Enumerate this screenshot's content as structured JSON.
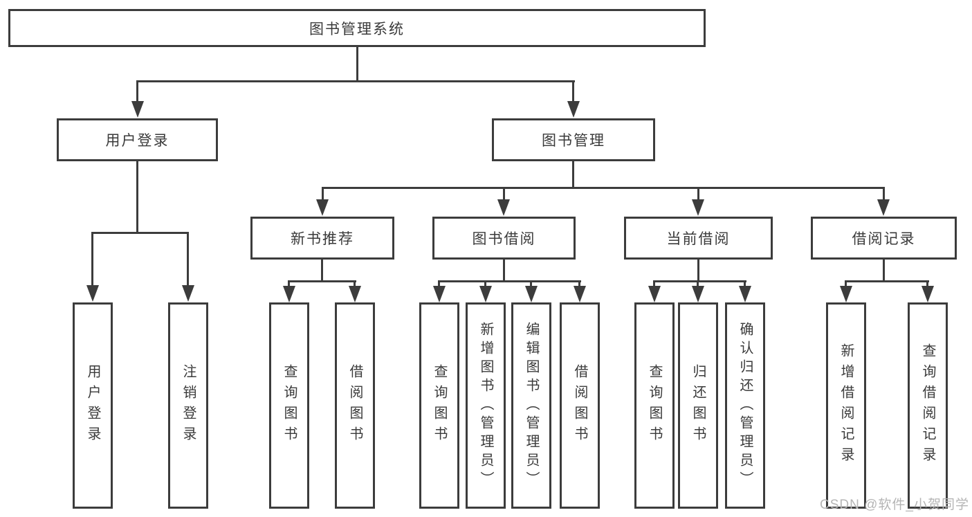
{
  "diagram": {
    "type": "tree-functional-structure",
    "colors": {
      "line": "#3c3c3c",
      "box_border": "#3c3c3c",
      "box_background": "#ffffff",
      "text": "#3a3a3a",
      "watermark_text": "#b5b5b5",
      "page_background": "#ffffff"
    },
    "watermark": "CSDN @软件_小贺同学",
    "nodes": {
      "root": {
        "label": "图书管理系统"
      },
      "user_login": {
        "label": "用户登录"
      },
      "book_mgmt": {
        "label": "图书管理"
      },
      "new_book_rec": {
        "label": "新书推荐"
      },
      "book_borrow": {
        "label": "图书借阅"
      },
      "current_borrow": {
        "label": "当前借阅"
      },
      "borrow_records": {
        "label": "借阅记录"
      },
      "ul_login": {
        "label": "用户登录"
      },
      "ul_logout": {
        "label": "注销登录"
      },
      "nr_query": {
        "label": "查询图书"
      },
      "nr_borrow": {
        "label": "借阅图书"
      },
      "bb_query": {
        "label": "查询图书"
      },
      "bb_add": {
        "label": "新增图书（管理员）"
      },
      "bb_edit": {
        "label": "编辑图书（管理员）"
      },
      "bb_borrow": {
        "label": "借阅图书"
      },
      "cb_query": {
        "label": "查询图书"
      },
      "cb_return": {
        "label": "归还图书"
      },
      "cb_confirm": {
        "label": "确认归还（管理员）"
      },
      "br_add": {
        "label": "新增借阅记录"
      },
      "br_query": {
        "label": "查询借阅记录"
      }
    },
    "tree": {
      "图书管理系统": {
        "用户登录": [
          "用户登录",
          "注销登录"
        ],
        "图书管理": {
          "新书推荐": [
            "查询图书",
            "借阅图书"
          ],
          "图书借阅": [
            "查询图书",
            "新增图书（管理员）",
            "编辑图书（管理员）",
            "借阅图书"
          ],
          "当前借阅": [
            "查询图书",
            "归还图书",
            "确认归还（管理员）"
          ],
          "借阅记录": [
            "新增借阅记录",
            "查询借阅记录"
          ]
        }
      }
    }
  }
}
